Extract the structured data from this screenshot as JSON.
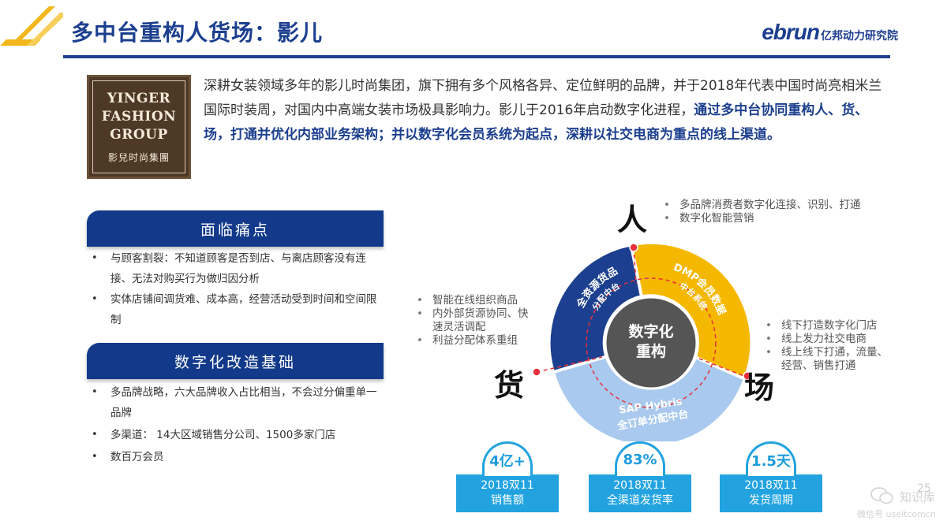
{
  "header": {
    "title": "多中台重构人货场：影儿",
    "logo_word": "ebrun",
    "logo_sub": "亿邦动力研究院"
  },
  "brand": {
    "lines": [
      "YINGER",
      "FASHION",
      "GROUP"
    ],
    "cn": "影兒时尚集團"
  },
  "intro": {
    "text": "深耕女装领域多年的影儿时尚集团，旗下拥有多个风格各异、定位鲜明的品牌，并于2018年代表中国时尚亮相米兰国际时装周，对国内中高端女装市场极具影响力。影儿于2016年启动数字化进程，",
    "highlight": "通过多中台协同重构人、货、场，打通并优化内部业务架构；并以数字化会员系统为起点，深耕以社交电商为重点的线上渠道。"
  },
  "pain_points": {
    "title": "面临痛点",
    "items": [
      "与顾客割裂：不知道顾客是否到店、与离店顾客没有连接、无法对购买行为做归因分析",
      "实体店铺间调货难、成本高，经营活动受到时间和空间限制"
    ]
  },
  "foundation": {
    "title": "数字化改造基础",
    "items": [
      "多品牌战略，六大品牌收入占比相当，不会过分偏重单一品牌",
      "多渠道： 14大区域销售分公司、1500多家门店",
      "数百万会员"
    ]
  },
  "diagram": {
    "center": [
      "数字化",
      "重构"
    ],
    "people": "人",
    "goods": "货",
    "place": "场",
    "seg_left": [
      "全资源货品",
      "分配中台"
    ],
    "seg_right": [
      "DMP会员数据",
      "中台系统"
    ],
    "seg_bottom": [
      "SAP Hybris",
      "全订单分配中台"
    ],
    "people_notes": [
      "多品牌消费者数字化连接、识别、打通",
      "数字化智能营销"
    ],
    "goods_notes": [
      "智能在线组织商品",
      "内外部货源协同、快速灵活调配",
      "利益分配体系重组"
    ],
    "place_notes": [
      "线下打造数字化门店",
      "线上发力社交电商",
      "线上线下打通，流量、经营、销售打通"
    ],
    "colors": {
      "blue": "#1c3f8f",
      "yellow": "#f5b800",
      "light": "#a9c9ee",
      "center": "#555555",
      "dot": "#e8313b"
    }
  },
  "metrics": [
    {
      "value": "4亿+",
      "label": [
        "2018双11",
        "销售额"
      ]
    },
    {
      "value": "83%",
      "label": [
        "2018双11",
        "全渠道发货率"
      ]
    },
    {
      "value": "1.5天",
      "label": [
        "2018双11",
        "发货周期"
      ]
    }
  ],
  "page_number": "25",
  "watermark": {
    "name": "知识库",
    "sub": "微信号 useitcomcn"
  }
}
